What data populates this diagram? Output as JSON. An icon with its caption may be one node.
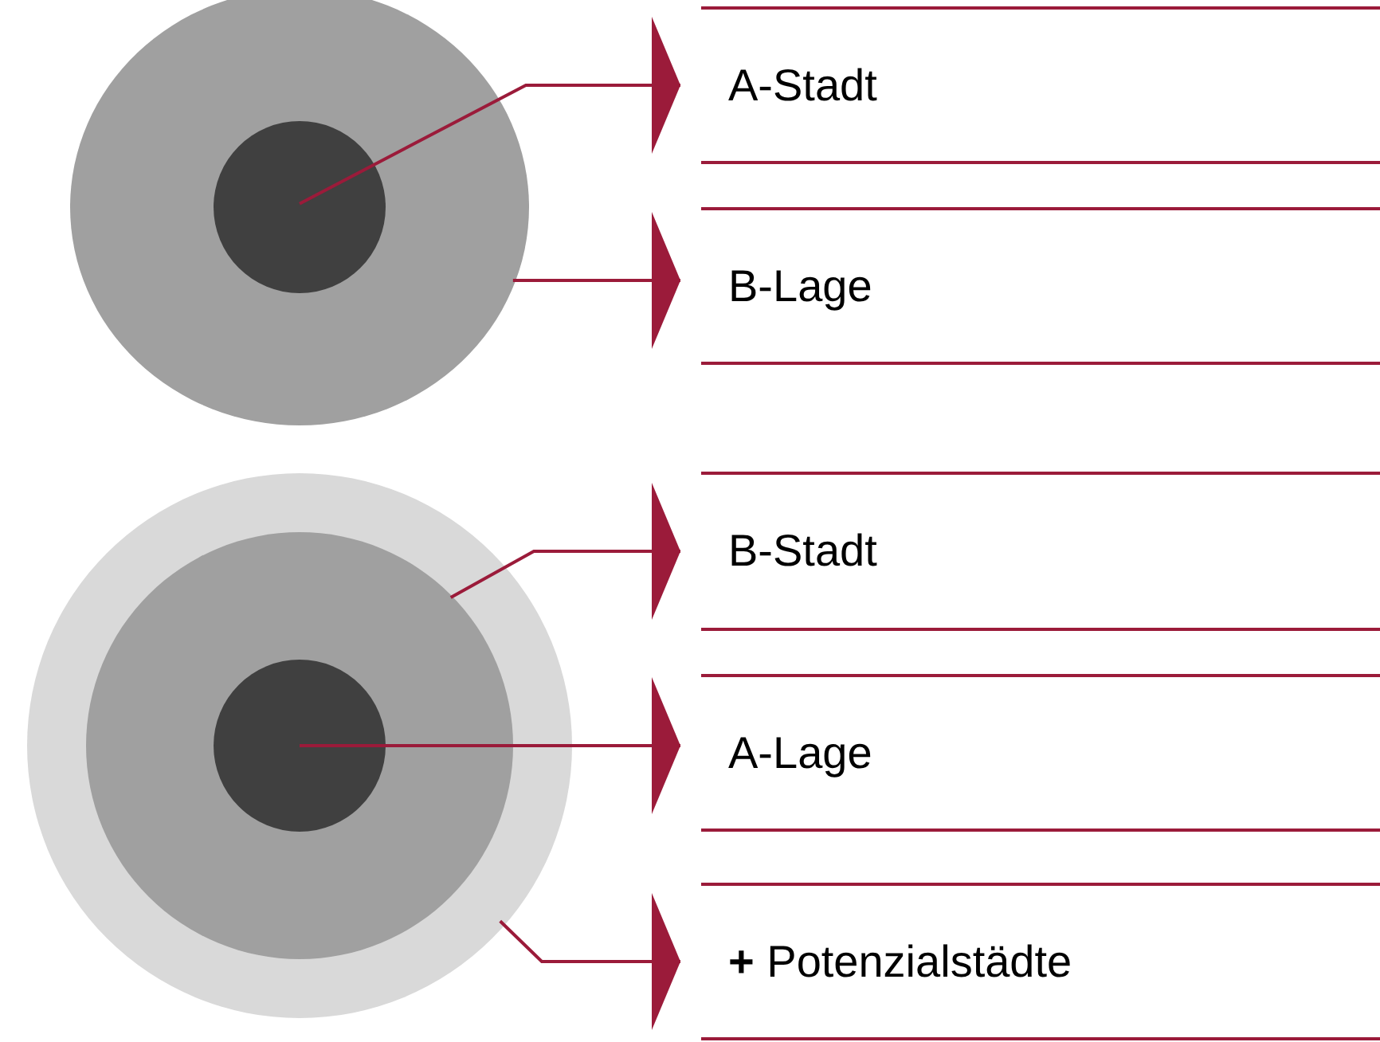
{
  "diagram": {
    "nodes": [
      {
        "text": [],
        "shape": "circle"
      },
      {
        "text": [],
        "shape": "circle",
        "in": 0
      },
      {
        "text": [],
        "shape": "circle"
      },
      {
        "text": [],
        "shape": "circle",
        "in": 2
      },
      {
        "text": [],
        "shape": "circle",
        "in": 3
      },
      {
        "text": [
          "A-Stadt"
        ]
      },
      {
        "text": [
          "B-Lage"
        ]
      },
      {
        "text": [
          "B-Stadt"
        ]
      },
      {
        "text": [
          "A-Lage"
        ]
      },
      {
        "text": [
          "**+** Potenzialstädte"
        ]
      }
    ],
    "edges": [
      {
        "from": 1,
        "to": 5,
        "arrow": "to"
      },
      {
        "from": 0,
        "to": 6,
        "arrow": "to"
      },
      {
        "from": 3,
        "to": 7,
        "arrow": "to"
      },
      {
        "from": 4,
        "to": 8,
        "arrow": "to"
      },
      {
        "from": 2,
        "to": 9,
        "arrow": "to"
      }
    ]
  }
}
